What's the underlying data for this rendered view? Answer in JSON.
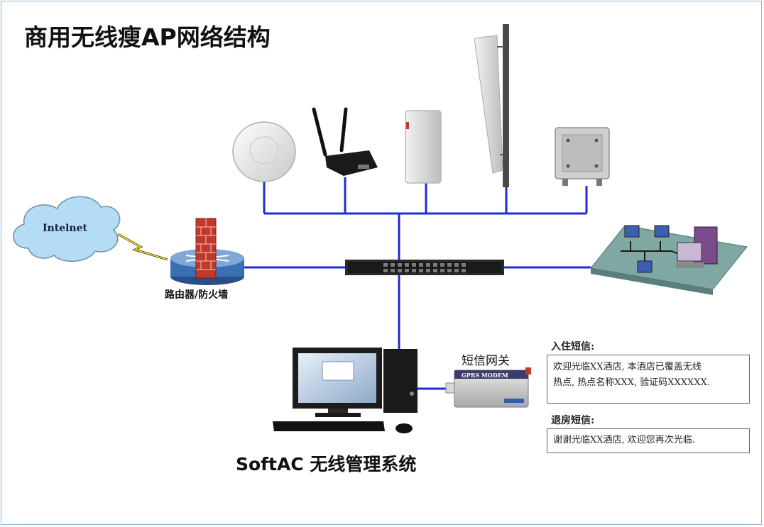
{
  "title": "商用无线瘦AP网络结构",
  "internet_label": "Intelnet",
  "router_label": "路由器/防火墙",
  "sms_gateway": {
    "label": "短信网关",
    "modem_text": "GPRS MODEM"
  },
  "softac_label": "SoftAC 无线管理系统",
  "checkin": {
    "heading": "入住短信:",
    "lines": [
      "欢迎光临XX酒店, 本酒店已覆盖无线",
      "热点, 热点名称XXX, 验证码XXXXXX."
    ]
  },
  "checkout": {
    "heading": "退房短信:",
    "text": "谢谢光临XX酒店, 欢迎您再次光临."
  },
  "colors": {
    "link": "#1f2bd6",
    "frame": "#8fb7d9",
    "cloud": "#b4dcf5",
    "firewall": "#c0392b",
    "router": "#3b6fb3",
    "lan_floor": "#7fa8a3"
  },
  "icons": [
    "cloud-icon",
    "lightning-icon",
    "firewall-icon",
    "router-icon",
    "ceiling-ap-icon",
    "dual-antenna-router-icon",
    "outdoor-cpe-icon",
    "panel-antenna-icon",
    "outdoor-ap-icon",
    "switch-icon",
    "lan-network-icon",
    "desktop-pc-icon",
    "gprs-modem-icon"
  ]
}
